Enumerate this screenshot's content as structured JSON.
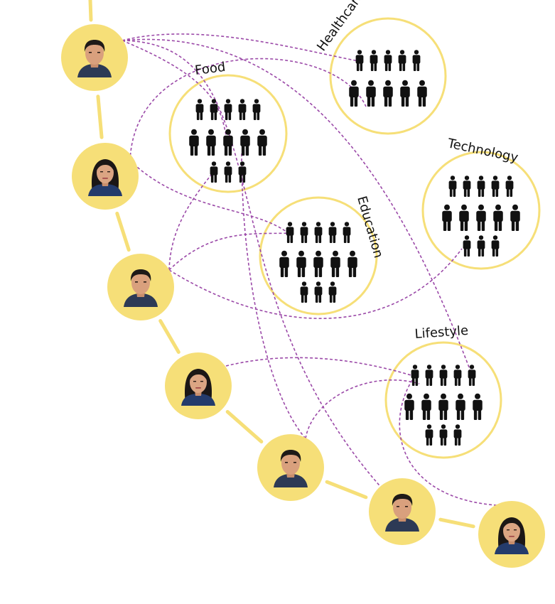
{
  "colors": {
    "track": "#f6df78",
    "avatar_fill": "#f6df78",
    "ring": "#f6df78",
    "link": "#9b49a8",
    "people": "#111111",
    "background": "#ffffff"
  },
  "categories": [
    {
      "key": "food",
      "label": "Food",
      "people": 13
    },
    {
      "key": "healthcare",
      "label": "Healthcare",
      "people": 10
    },
    {
      "key": "technology",
      "label": "Technology",
      "people": 13
    },
    {
      "key": "education",
      "label": "Education",
      "people": 13
    },
    {
      "key": "lifestyle",
      "label": "Lifestyle",
      "people": 13
    }
  ],
  "investors": [
    {
      "key": "investor-1",
      "avatar": "man-beard-portrait"
    },
    {
      "key": "investor-2",
      "avatar": "woman-dark-hair-portrait"
    },
    {
      "key": "investor-3",
      "avatar": "man-suit-portrait"
    },
    {
      "key": "investor-4",
      "avatar": "woman-smiling-portrait"
    },
    {
      "key": "investor-5",
      "avatar": "man-beard-jacket-portrait"
    },
    {
      "key": "investor-6",
      "avatar": "man-glasses-portrait"
    },
    {
      "key": "investor-7",
      "avatar": "woman-long-hair-portrait"
    }
  ],
  "links": [
    {
      "from": "investor-1",
      "to": "food"
    },
    {
      "from": "investor-1",
      "to": "healthcare"
    },
    {
      "from": "investor-1",
      "to": "lifestyle"
    },
    {
      "from": "investor-1",
      "to": "investor-6"
    },
    {
      "from": "investor-2",
      "to": "healthcare"
    },
    {
      "from": "investor-2",
      "to": "food"
    },
    {
      "from": "investor-3",
      "to": "education"
    },
    {
      "from": "investor-3",
      "to": "technology"
    },
    {
      "from": "investor-3",
      "to": "food"
    },
    {
      "from": "investor-4",
      "to": "lifestyle"
    },
    {
      "from": "investor-5",
      "to": "lifestyle"
    },
    {
      "from": "investor-5",
      "to": "food"
    },
    {
      "from": "investor-7",
      "to": "lifestyle"
    }
  ]
}
